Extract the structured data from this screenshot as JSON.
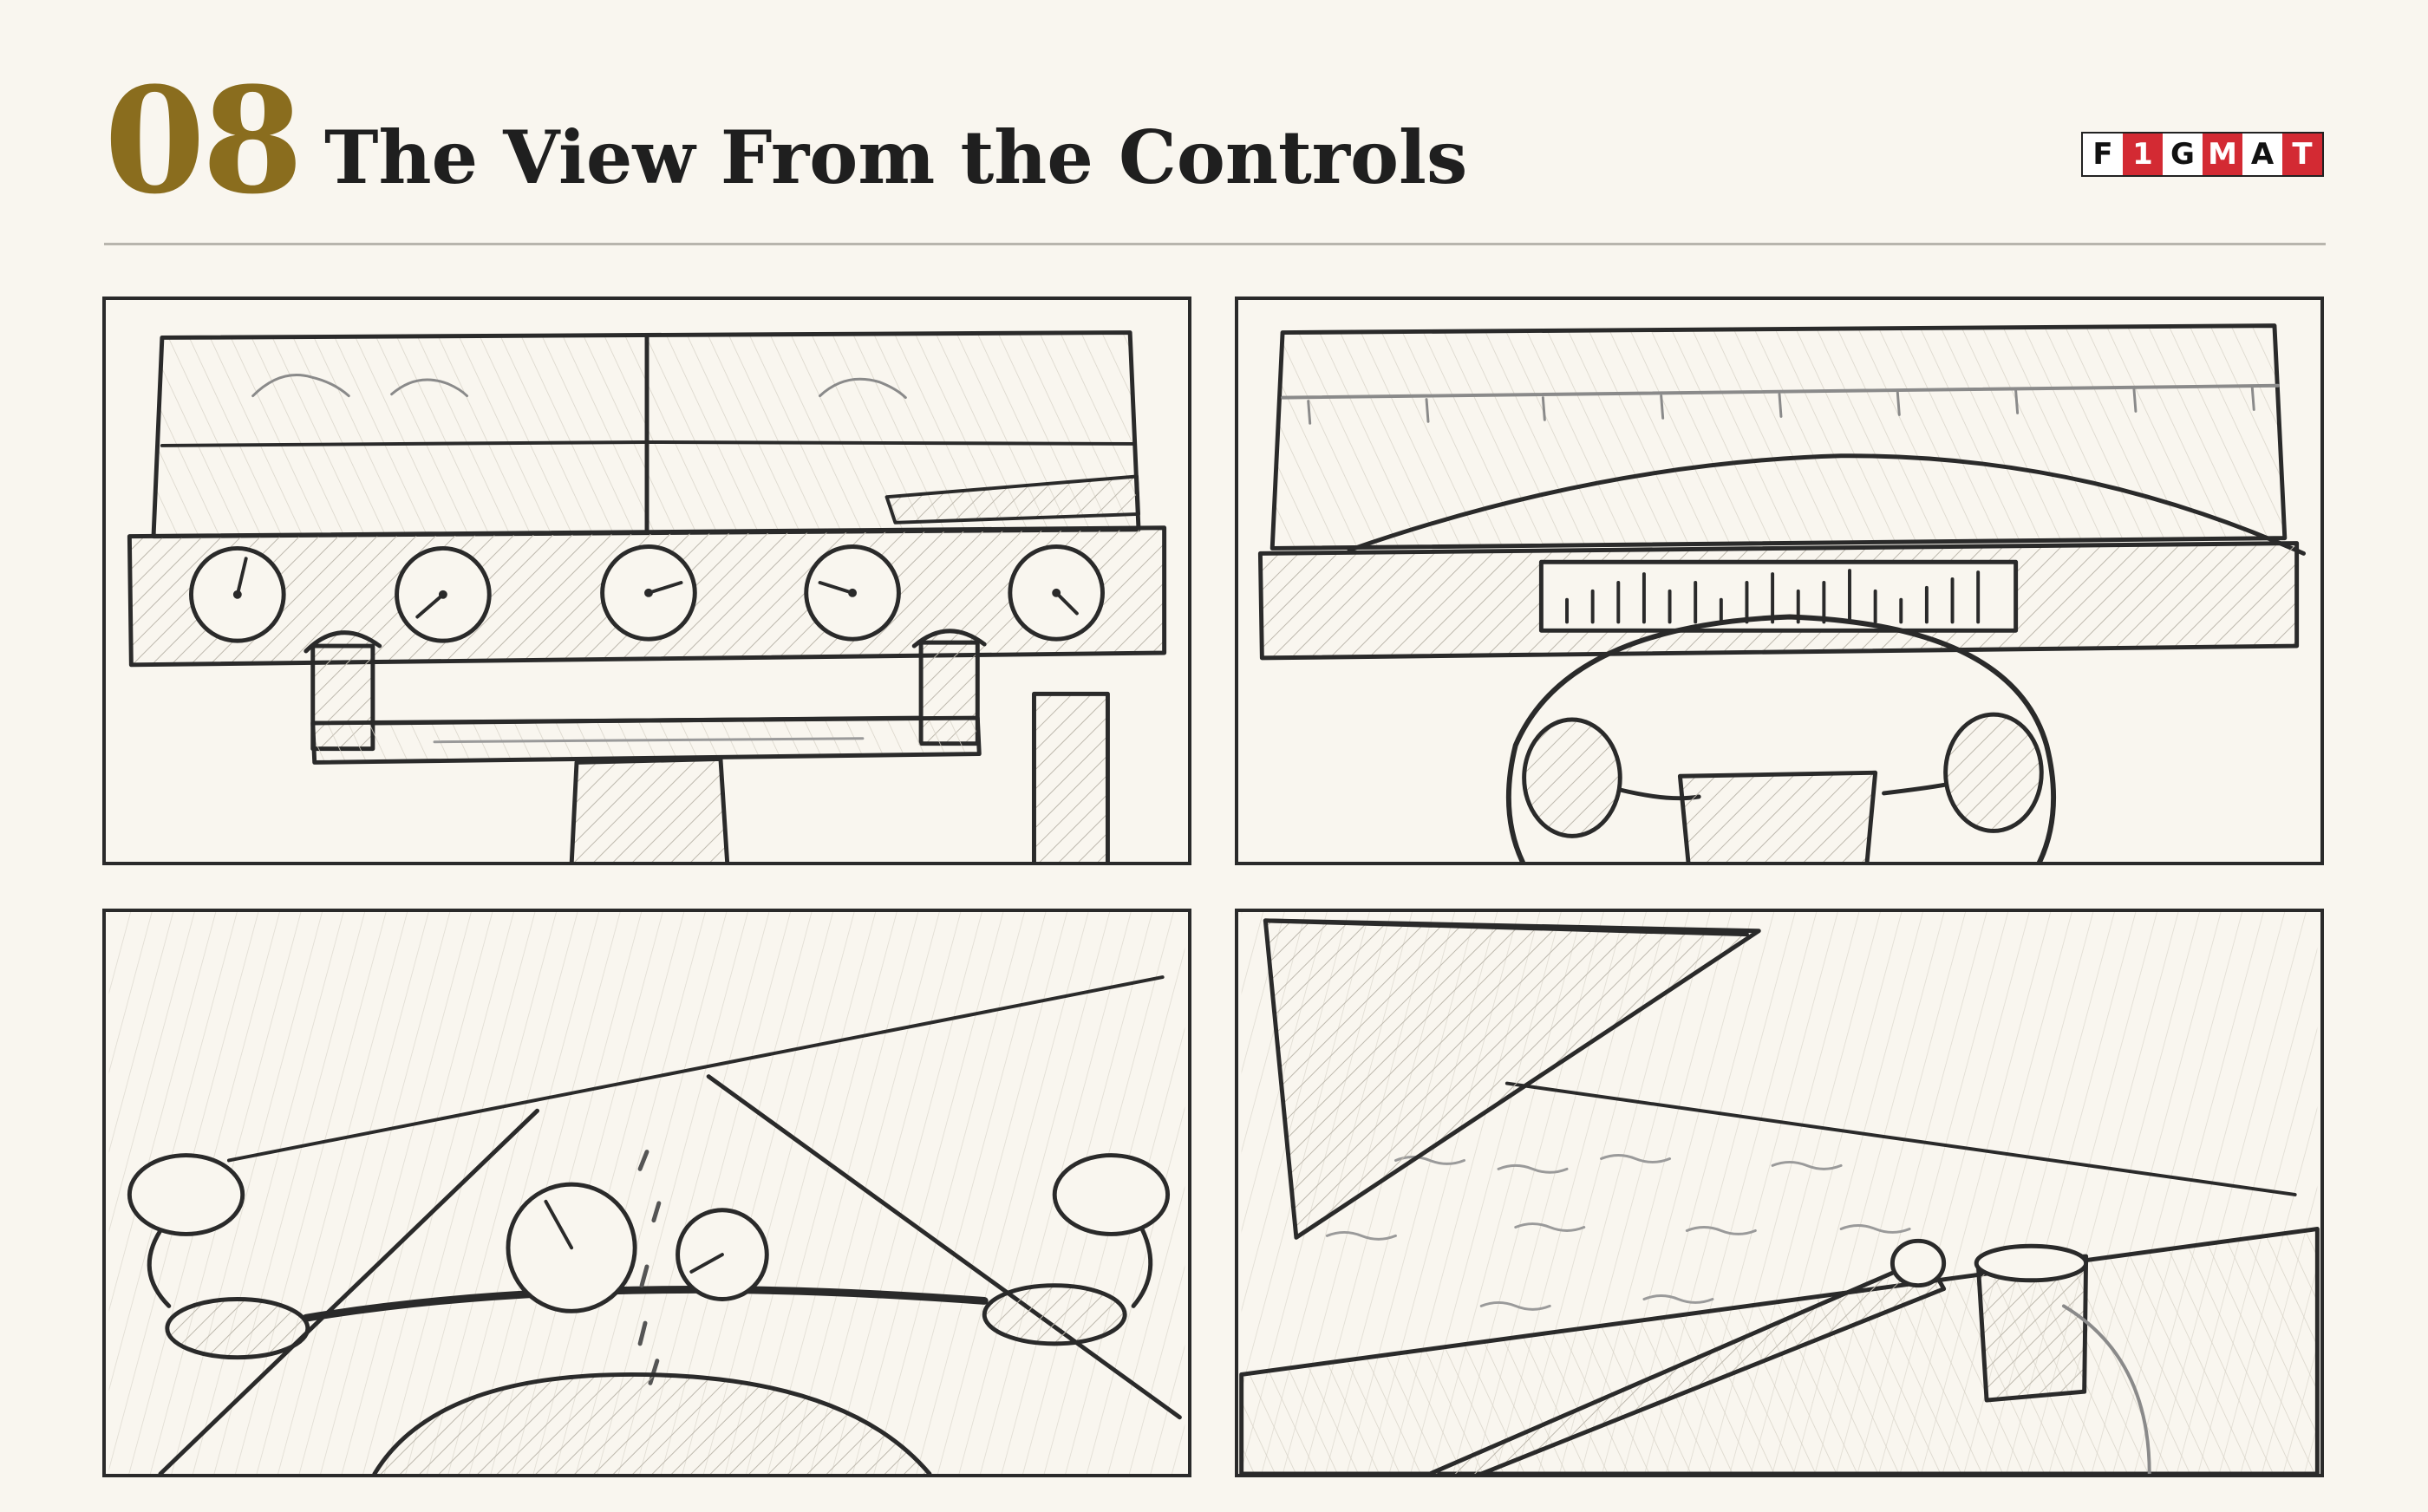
{
  "header": {
    "number": "08",
    "title": "The View From the Controls",
    "logo_letters": [
      "F",
      "1",
      "G",
      "M",
      "A",
      "T"
    ],
    "logo_colors": {
      "white": "#ffffff",
      "red": "#d32a33"
    }
  },
  "colors": {
    "background": "#f9f6ef",
    "ink": "#2a2a2a",
    "accent_gold": "#8a6d1e"
  },
  "panels": [
    {
      "name": "cockpit-windscreen-instrument-panel"
    },
    {
      "name": "cockpit-dashboard-steering-wheel"
    },
    {
      "name": "cockpit-low-angle-wheel"
    },
    {
      "name": "cockpit-wing-view"
    }
  ]
}
